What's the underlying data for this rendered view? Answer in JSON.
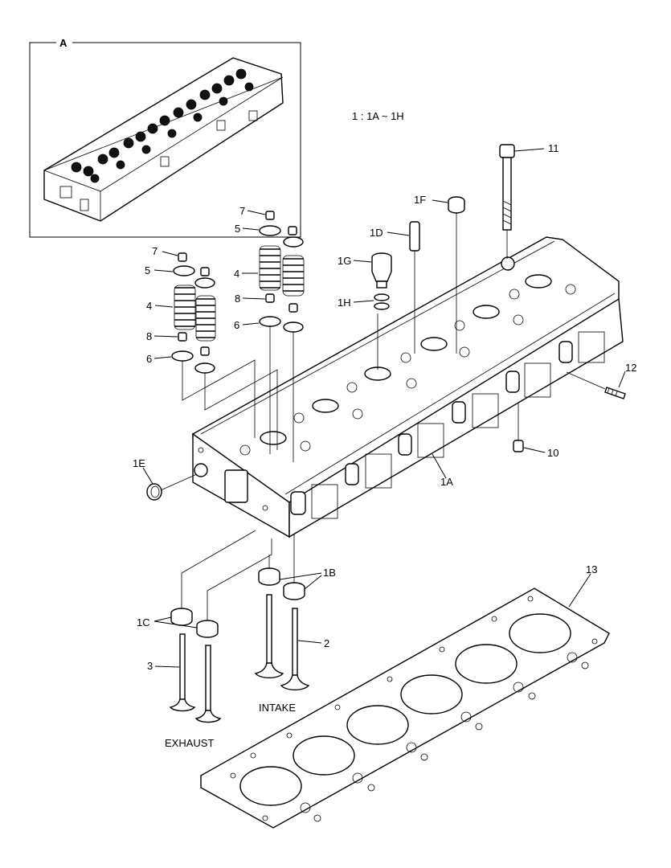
{
  "inset": {
    "label": "A"
  },
  "scale_note": "1 : 1A ~ 1H",
  "callouts": {
    "c1A": "1A",
    "c1B": "1B",
    "c1C": "1C",
    "c1D": "1D",
    "c1E": "1E",
    "c1F": "1F",
    "c1G": "1G",
    "c1H": "1H",
    "c2": "2",
    "c3": "3",
    "c4a": "4",
    "c4b": "4",
    "c5a": "5",
    "c5b": "5",
    "c6a": "6",
    "c6b": "6",
    "c7a": "7",
    "c7b": "7",
    "c8a": "8",
    "c8b": "8",
    "c10": "10",
    "c11": "11",
    "c12": "12",
    "c13": "13"
  },
  "labels": {
    "intake": "INTAKE",
    "exhaust": "EXHAUST"
  }
}
